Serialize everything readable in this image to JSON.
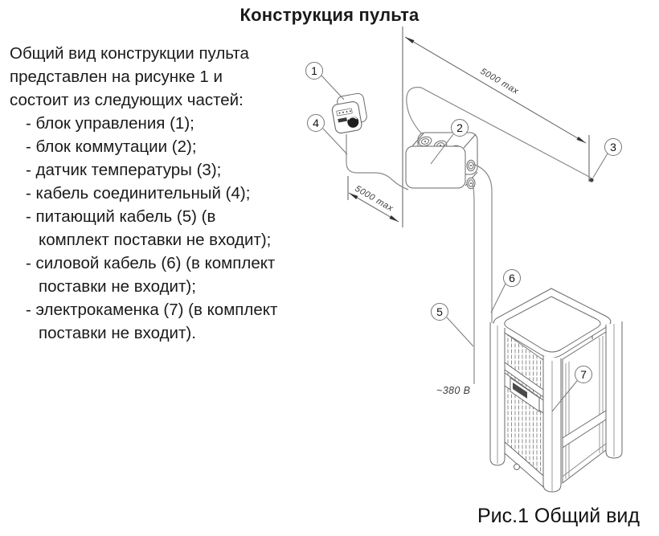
{
  "title": "Конструкция пульта",
  "intro": {
    "lines": [
      {
        "text": "Общий вид конструкции пульта",
        "indent": 0
      },
      {
        "text": "представлен на рисунке 1 и",
        "indent": 0
      },
      {
        "text": "состоит из следующих частей:",
        "indent": 0
      },
      {
        "text": "- блок управления (1);",
        "indent": 1
      },
      {
        "text": "- блок коммутации (2);",
        "indent": 1
      },
      {
        "text": "- датчик температуры (3);",
        "indent": 1
      },
      {
        "text": "- кабель соединительный (4);",
        "indent": 1
      },
      {
        "text": "- питающий кабель (5) (в",
        "indent": 1
      },
      {
        "text": "комплект поставки не входит);",
        "indent": 2
      },
      {
        "text": "- силовой кабель (6) (в комплект",
        "indent": 1
      },
      {
        "text": "поставки не входит);",
        "indent": 2
      },
      {
        "text": "- электрокаменка (7) (в комплект",
        "indent": 1
      },
      {
        "text": "поставки не входит).",
        "indent": 2
      }
    ]
  },
  "figure": {
    "caption": "Рис.1 Общий вид",
    "dimension_top": "5000 max",
    "dimension_side": "5000 max",
    "voltage_label": "~380 В",
    "callouts": [
      "1",
      "2",
      "3",
      "4",
      "5",
      "6",
      "7"
    ]
  }
}
